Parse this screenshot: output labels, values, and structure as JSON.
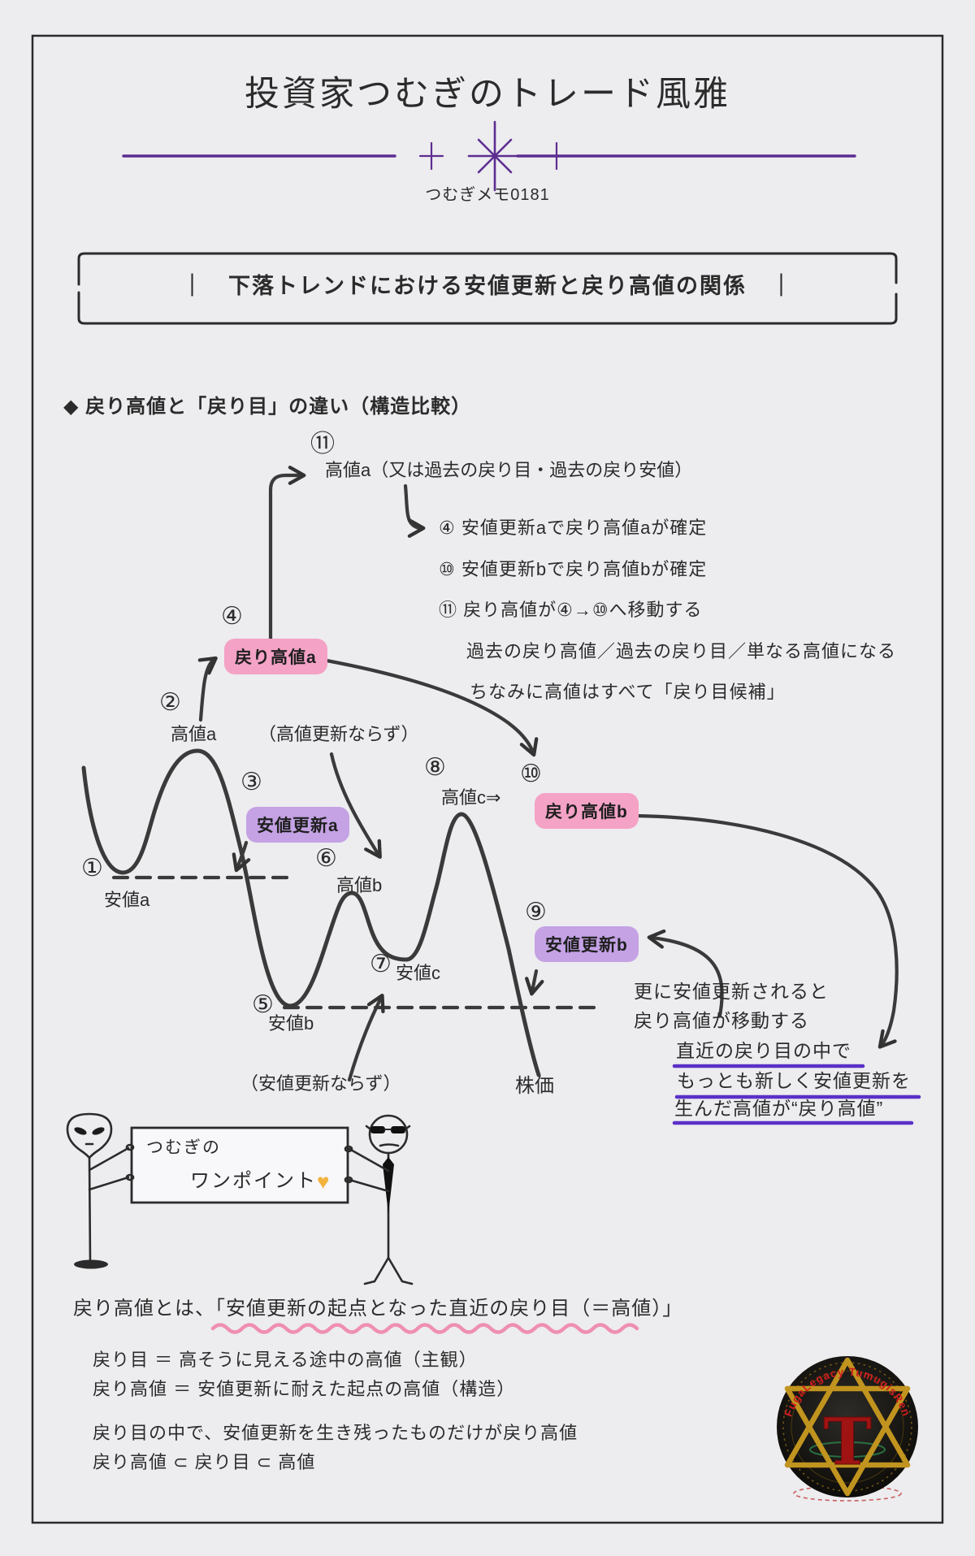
{
  "page": {
    "title": "投資家つむぎのトレード風雅",
    "memo": "つむぎメモ0181",
    "boxed_heading": "｜　下落トレンドにおける安値更新と戻り高値の関係　｜",
    "section_heading": "◆ 戻り高値と「戻り目」の違い（構造比較）"
  },
  "top_note": {
    "num": "⑪",
    "headline": "高値a（又は過去の戻り目・過去の戻り安値）",
    "lines": [
      "④ 安値更新aで戻り高値aが確定",
      "⑩ 安値更新bで戻り高値bが確定",
      "⑪ 戻り高値が④→⑩へ移動する",
      "過去の戻り高値／過去の戻り目／単なる高値になる",
      "ちなみに高値はすべて「戻り目候補」"
    ]
  },
  "diagram": {
    "n1": "①",
    "low_a": "安値a",
    "n2": "②",
    "high_a": "高値a",
    "n3": "③",
    "pill_low_update_a": "安値更新a",
    "n4": "④",
    "pill_return_high_a": "戻り高値a",
    "n5": "⑤",
    "low_b": "安値b",
    "n6": "⑥",
    "high_b": "高値b",
    "n7": "⑦",
    "low_c": "安値c",
    "n8": "⑧",
    "high_c": "高値c⇒",
    "n9": "⑨",
    "pill_low_update_b": "安値更新b",
    "n10": "⑩",
    "pill_return_high_b": "戻り高値b",
    "no_high_update": "（高値更新ならず）",
    "no_low_update": "（安値更新ならず）",
    "price_label": "株価"
  },
  "side_note": {
    "l1": "更に安値更新されると",
    "l2": "戻り高値が移動する",
    "u1": "直近の戻り目の中で",
    "u2": "もっとも新しく安値更新を",
    "u3": "生んだ高値が“戻り高値”"
  },
  "onepoint": {
    "line1": "つむぎの",
    "line2": "ワンポイント",
    "heart": "♥"
  },
  "definition": {
    "main": "戻り高値とは、「安値更新の起点となった直近の戻り目（＝高値）」",
    "modorime": "戻り目 ＝ 高そうに見える途中の高値（主観）",
    "modori_takane": "戻り高値 ＝ 安値更新に耐えた起点の高値（構造）",
    "survive": "戻り目の中で、安値更新を生き残ったものだけが戻り高値",
    "subset": "戻り高値 ⊂ 戻り目 ⊂ 高値"
  },
  "logo": {
    "arc_text": "FugaLegacy TumugisRen",
    "letter": "T"
  },
  "colors": {
    "ink": "#2b2b2b",
    "pill_pink": "#f4a2c6",
    "pill_purple": "#c4a2e4",
    "underline_purple": "#5a30c8",
    "wavy_pink": "#ef8fb0",
    "divider_purple": "#5c2d91",
    "heart_yellow": "#f2b33d"
  }
}
